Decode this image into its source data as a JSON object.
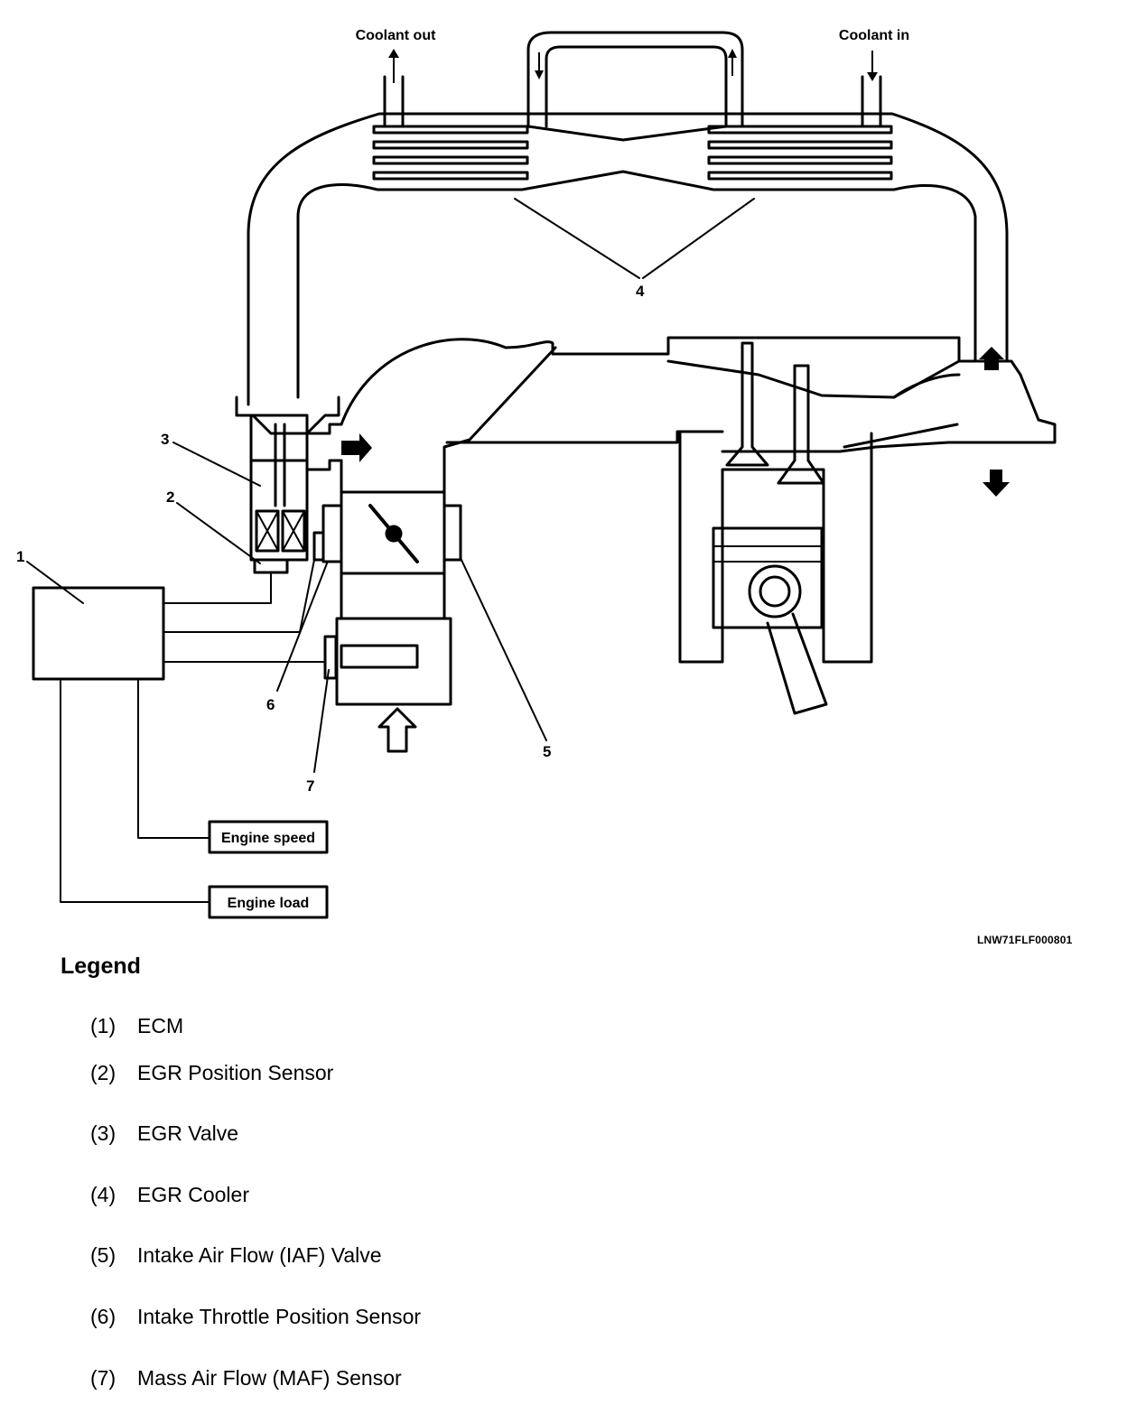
{
  "diagram": {
    "labels": {
      "coolant_out": "Coolant out",
      "coolant_in": "Coolant in",
      "n1": "1",
      "n2": "2",
      "n3": "3",
      "n4": "4",
      "n5": "5",
      "n6": "6",
      "n7": "7",
      "engine_speed": "Engine speed",
      "engine_load": "Engine load"
    },
    "figure_id": "LNW71FLF000801"
  },
  "legend": {
    "title": "Legend",
    "items": [
      {
        "num": "(1)",
        "text": "ECM"
      },
      {
        "num": "(2)",
        "text": "EGR Position Sensor"
      },
      {
        "num": "(3)",
        "text": "EGR Valve"
      },
      {
        "num": "(4)",
        "text": "EGR Cooler"
      },
      {
        "num": "(5)",
        "text": "Intake Air Flow (IAF) Valve"
      },
      {
        "num": "(6)",
        "text": "Intake Throttle Position Sensor"
      },
      {
        "num": "(7)",
        "text": "Mass Air Flow (MAF) Sensor"
      }
    ]
  }
}
